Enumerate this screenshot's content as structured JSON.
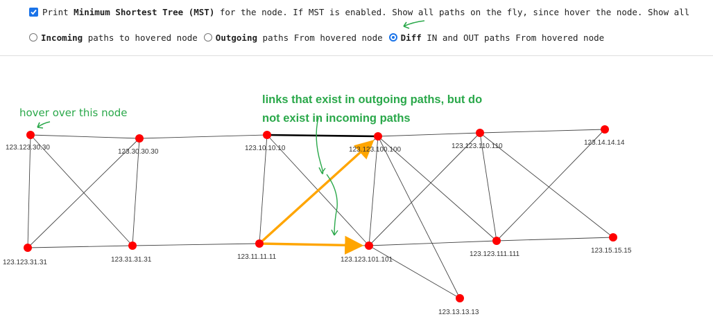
{
  "options": {
    "mst_checkbox": {
      "checked": true,
      "bold_label": "Minimum Shortest Tree (MST)",
      "prefix": "Print ",
      "suffix": " for the node. If MST is enabled. Show all paths on the fly, since hover the node. Show all"
    },
    "radios": [
      {
        "bold": "Incoming",
        "rest": " paths to hovered node",
        "selected": false
      },
      {
        "bold": "Outgoing",
        "rest": " paths From hovered node",
        "selected": false
      },
      {
        "bold": "Diff",
        "rest": " IN and OUT paths From hovered node",
        "selected": true
      }
    ]
  },
  "graph": {
    "nodes": [
      {
        "id": "123.123.30.30"
      },
      {
        "id": "123.30.30.30"
      },
      {
        "id": "123.10.10.10"
      },
      {
        "id": "123.123.100.100"
      },
      {
        "id": "123.123.110.110"
      },
      {
        "id": "123.14.14.14"
      },
      {
        "id": "123.123.31.31"
      },
      {
        "id": "123.31.31.31"
      },
      {
        "id": "123.11.11.11"
      },
      {
        "id": "123.123.101.101"
      },
      {
        "id": "123.123.111.111"
      },
      {
        "id": "123.15.15.15"
      },
      {
        "id": "123.13.13.13"
      }
    ],
    "node_color": "#ff0000",
    "highlight_color": "#ffa500"
  },
  "annotations": {
    "hover_note": "hover over this node",
    "diff_note_line1": "links that exist in outgoing paths, but do",
    "diff_note_line2": "not exist in incoming paths",
    "color": "#2aa84a"
  }
}
